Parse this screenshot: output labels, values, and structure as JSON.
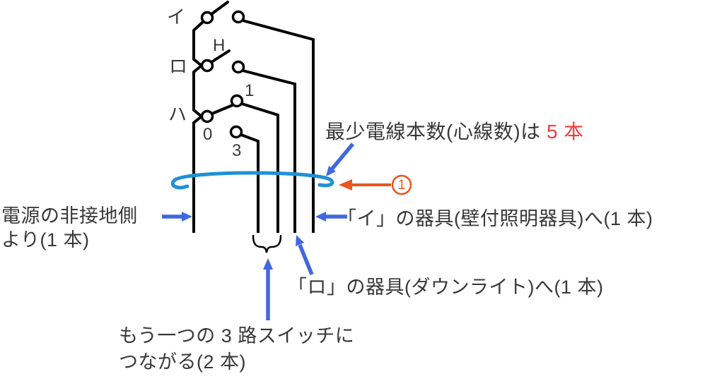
{
  "diagram": {
    "switches": {
      "i_label": "イ",
      "ro_label": "ロ",
      "ha_label": "ハ",
      "h_mark": "H",
      "terminal_1": "1",
      "terminal_0": "0",
      "terminal_3": "3"
    },
    "annotations": {
      "title_black": "最少電線本数(心線数)は ",
      "title_red": "5 本",
      "power_line1": "電源の非接地側",
      "power_line2": "より(1 本)",
      "fixture_i": "「イ」の器具(壁付照明器具)へ(1 本)",
      "fixture_ro": "「ロ」の器具(ダウンライト)へ(1 本)",
      "three_way_line1": "もう一つの 3 路スイッチに",
      "three_way_line2": "つながる(2 本)",
      "marker_number": "1"
    }
  },
  "colors": {
    "wire": "#000000",
    "text": "#383838",
    "red": "#f23b3b",
    "blue": "#4167e1",
    "loop": "#1f91d4",
    "orange": "#ea5520"
  }
}
